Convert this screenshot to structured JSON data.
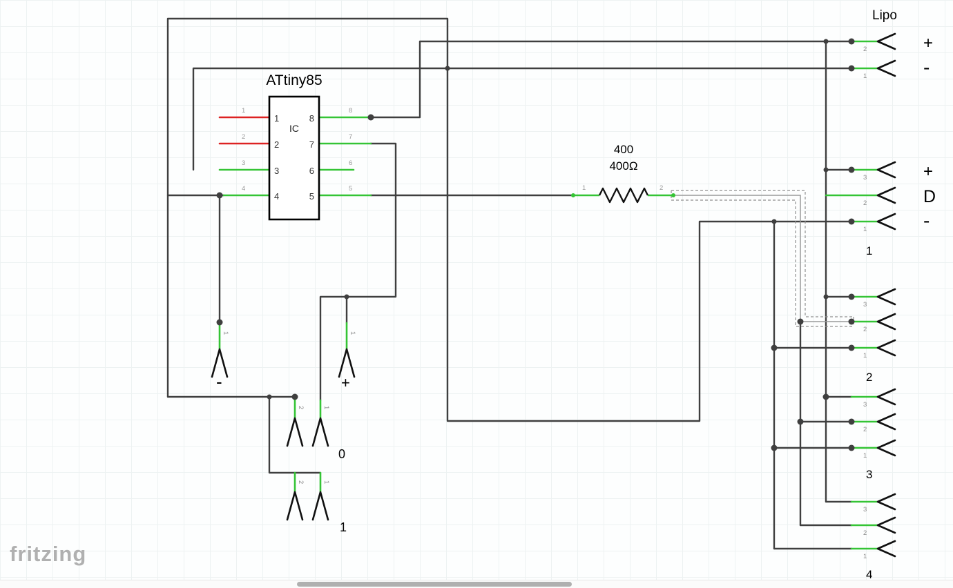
{
  "canvas": {
    "watermark": "fritzing"
  },
  "ic": {
    "title": "ATtiny85",
    "inner_label": "IC",
    "pins_left": [
      {
        "num": "1",
        "tag": "1"
      },
      {
        "num": "2",
        "tag": "2"
      },
      {
        "num": "3",
        "tag": "3"
      },
      {
        "num": "4",
        "tag": "4"
      }
    ],
    "pins_right": [
      {
        "num": "8",
        "tag": "8"
      },
      {
        "num": "7",
        "tag": "7"
      },
      {
        "num": "6",
        "tag": "6"
      },
      {
        "num": "5",
        "tag": "5"
      }
    ]
  },
  "resistor": {
    "label": "400",
    "value": "400Ω",
    "pins": [
      {
        "num": "1"
      },
      {
        "num": "2"
      }
    ]
  },
  "headers": {
    "lipo": {
      "title": "Lipo",
      "pins": [
        {
          "num": "2",
          "label": "+"
        },
        {
          "num": "1",
          "label": "-"
        }
      ]
    },
    "g1": {
      "title": "1",
      "pins": [
        {
          "num": "3",
          "label": "+"
        },
        {
          "num": "2",
          "label": "D"
        },
        {
          "num": "1",
          "label": "-"
        }
      ]
    },
    "g2": {
      "title": "2",
      "pins": [
        {
          "num": "3"
        },
        {
          "num": "2"
        },
        {
          "num": "1"
        }
      ]
    },
    "g3": {
      "title": "3",
      "pins": [
        {
          "num": "3"
        },
        {
          "num": "2"
        },
        {
          "num": "1"
        }
      ]
    },
    "g4": {
      "title": "4",
      "pins": [
        {
          "num": "3"
        },
        {
          "num": "2"
        },
        {
          "num": "1"
        }
      ]
    }
  },
  "sockets": {
    "minus": {
      "label": "-",
      "pins": [
        {
          "num": "1"
        }
      ]
    },
    "plus": {
      "label": "+",
      "pins": [
        {
          "num": "1"
        }
      ]
    },
    "d0": {
      "label": "0",
      "pins": [
        {
          "num": "2"
        },
        {
          "num": "1"
        }
      ]
    },
    "d1": {
      "label": "1",
      "pins": [
        {
          "num": "2"
        },
        {
          "num": "1"
        }
      ]
    }
  },
  "colors": {
    "wire": "#3f3f3f",
    "lead_connected": "#35c435",
    "lead_unconnected": "#dd2222",
    "ic_border": "#000000",
    "selection_dash": "#8f8f8f",
    "grid": "#edf2f2",
    "scrollbar_thumb": "#b0b0b0",
    "watermark": "#b0b0b0"
  }
}
